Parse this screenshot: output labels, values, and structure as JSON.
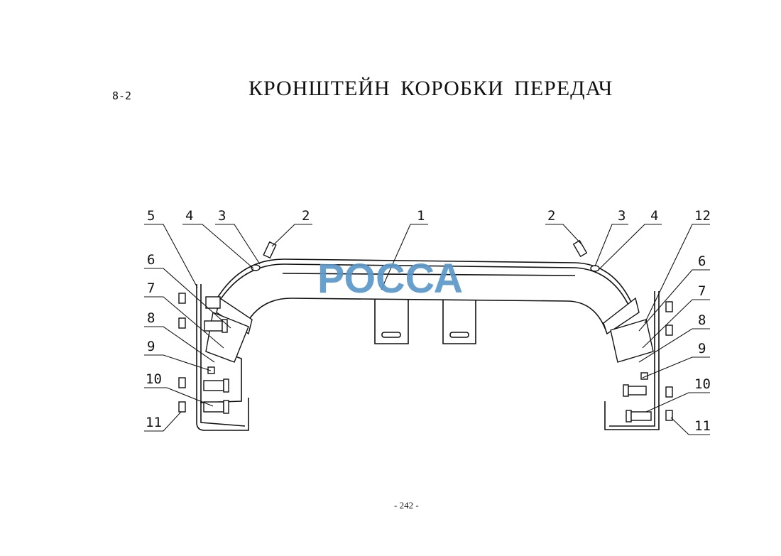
{
  "section_number": "8-2",
  "title": "КРОНШТЕЙН КОРОБКИ ПЕРЕДАЧ",
  "page_number": "- 242 -",
  "watermark": "РОССА",
  "callouts_left": [
    "5",
    "4",
    "3",
    "2",
    "6",
    "7",
    "8",
    "9",
    "10",
    "11"
  ],
  "callouts_center": [
    "1"
  ],
  "callouts_right": [
    "2",
    "3",
    "4",
    "12",
    "6",
    "7",
    "8",
    "9",
    "10",
    "11"
  ],
  "colors": {
    "ink": "#111111",
    "watermark": "#5b97c9"
  }
}
